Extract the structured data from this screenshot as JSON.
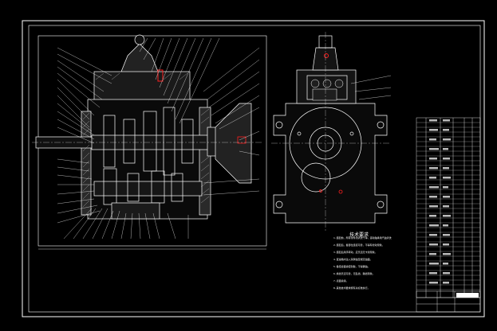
{
  "drawing": {
    "notes_title": "技术要求",
    "notes": [
      "1.装配前，所有零件须清洗干净，滚动轴承用汽油清洗",
      "2.装配后，各部位连接可靠，不得有松动现象。",
      "3.装配后用手转动，应灵活无卡滞现象。",
      "4.变速箱内注入润滑油至规定油面。",
      "5.各结合面涂密封胶，不得漏油。",
      "6.换挡灵活可靠，无乱挡、跳挡现象。",
      "7.表面涂漆。",
      "8.其他技术要求按有关标准执行。"
    ]
  },
  "colors": {
    "background": "#000000",
    "frame": "#ffffff",
    "section": "#ffffff",
    "leader": "#ffffff",
    "accent_red": "#ff2020",
    "hatch": "#c8c8c8"
  }
}
